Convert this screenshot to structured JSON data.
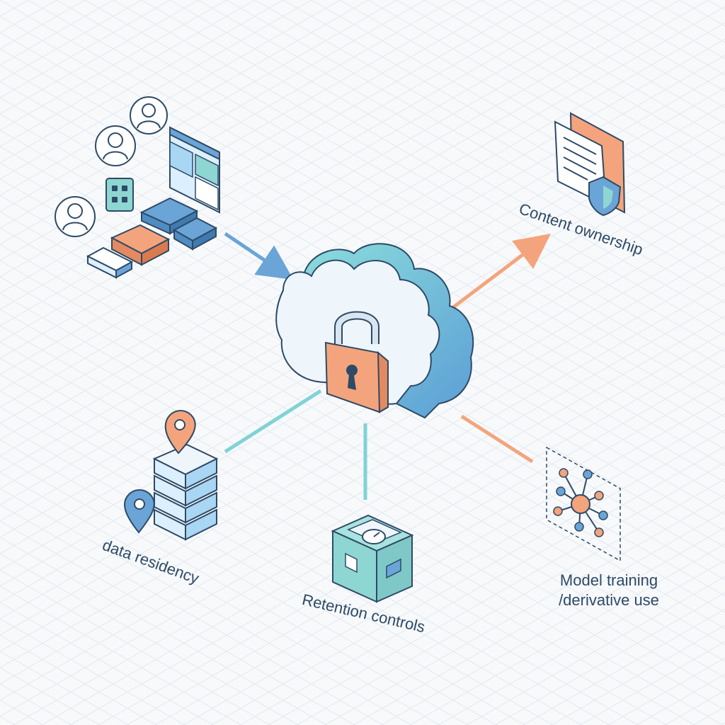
{
  "diagram": {
    "labels": {
      "content_ownership": "Content ownership",
      "data_residency": "data residency",
      "retention_controls": "Retention controls",
      "model_training_line1": "Model training",
      "model_training_line2": "/derivative use"
    },
    "colors": {
      "background": "#f7f9fb",
      "grid": "#e4eaf0",
      "outline": "#2e4a66",
      "blue": "#6ba4d6",
      "teal": "#7fd3d6",
      "orange": "#f4a47c",
      "light": "#e9f3fb"
    },
    "icons": {
      "center": "cloud-lock-icon",
      "ownership": "document-shield-icon",
      "residency": "server-location-icon",
      "retention": "box-clock-icon",
      "training": "network-node-icon",
      "inputs": "user-app-cluster-icon"
    }
  }
}
